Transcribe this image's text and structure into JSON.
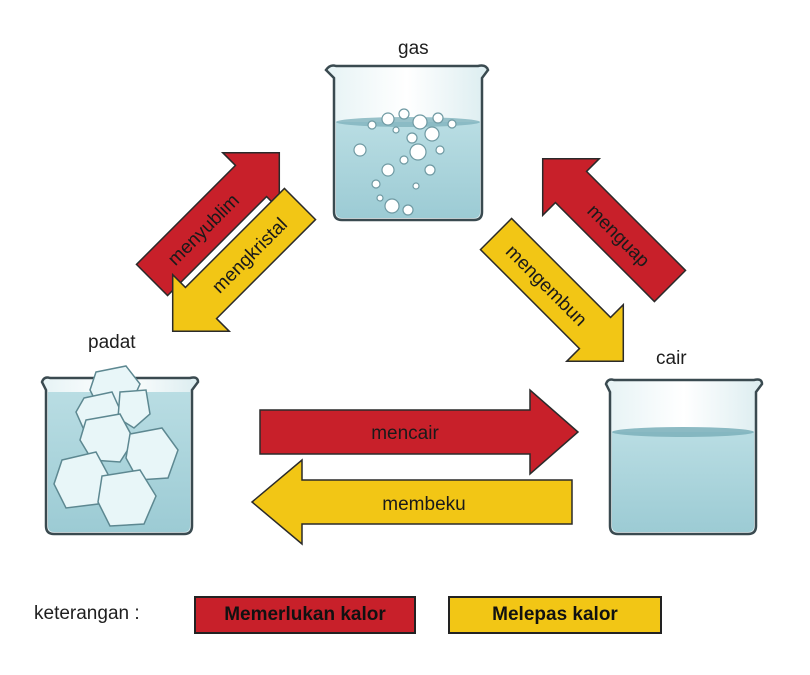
{
  "states": {
    "gas": "gas",
    "solid": "padat",
    "liquid": "cair"
  },
  "transitions": {
    "sublimation": "menyublim",
    "deposition": "mengkristal",
    "evaporation": "menguap",
    "condensation": "mengembun",
    "melting": "mencair",
    "freezing": "membeku"
  },
  "legend": {
    "label": "keterangan :",
    "requires_heat": "Memerlukan kalor",
    "releases_heat": "Melepas kalor"
  },
  "colors": {
    "requires_heat": "#c8202a",
    "releases_heat": "#f2c615",
    "water": "#a8d0d8",
    "glass_outline": "#3a4a50"
  }
}
